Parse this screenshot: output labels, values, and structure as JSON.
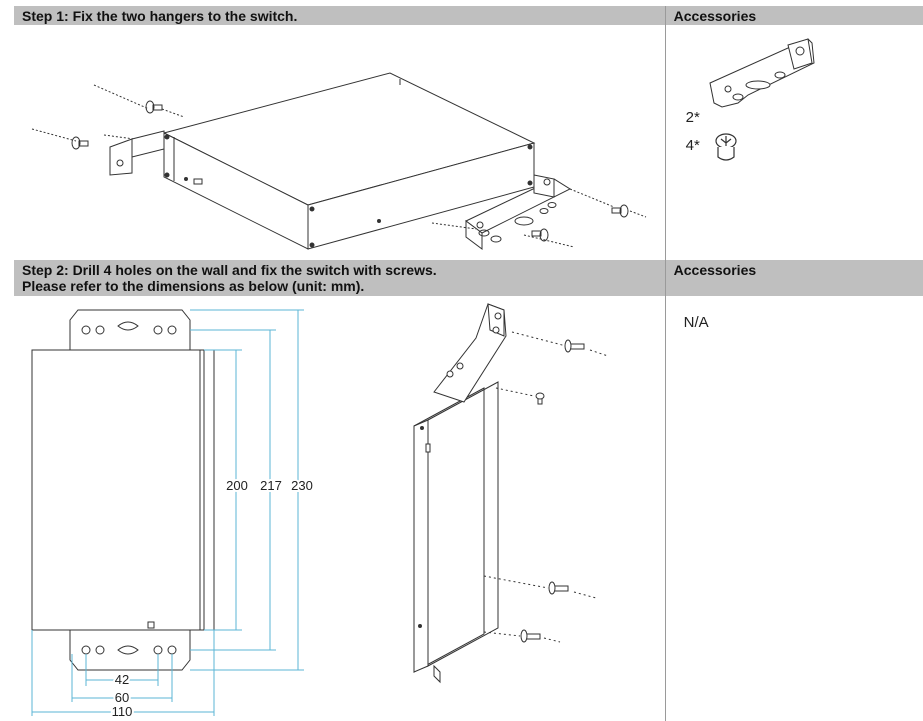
{
  "step1": {
    "heading": "Step 1: Fix the two hangers to the switch.",
    "accessories_heading": "Accessories",
    "accessories": [
      {
        "qty": "2*",
        "icon": "hanger-bracket-icon"
      },
      {
        "qty": "4*",
        "icon": "screw-icon"
      }
    ]
  },
  "step2": {
    "heading_line1": "Step 2: Drill 4 holes on the wall and fix the switch with screws.",
    "heading_line2": "Please refer to the dimensions as below (unit: mm).",
    "accessories_heading": "Accessories",
    "accessories_value": "N/A",
    "dimensions": {
      "height_inner": "200",
      "height_mid": "217",
      "height_outer": "230",
      "width_holes": "42",
      "width_mid": "60",
      "width_outer": "110"
    }
  },
  "colors": {
    "header_bg": "#bfbfbf",
    "dimension_line": "#5bb6d6",
    "drawing_line": "#333333"
  }
}
